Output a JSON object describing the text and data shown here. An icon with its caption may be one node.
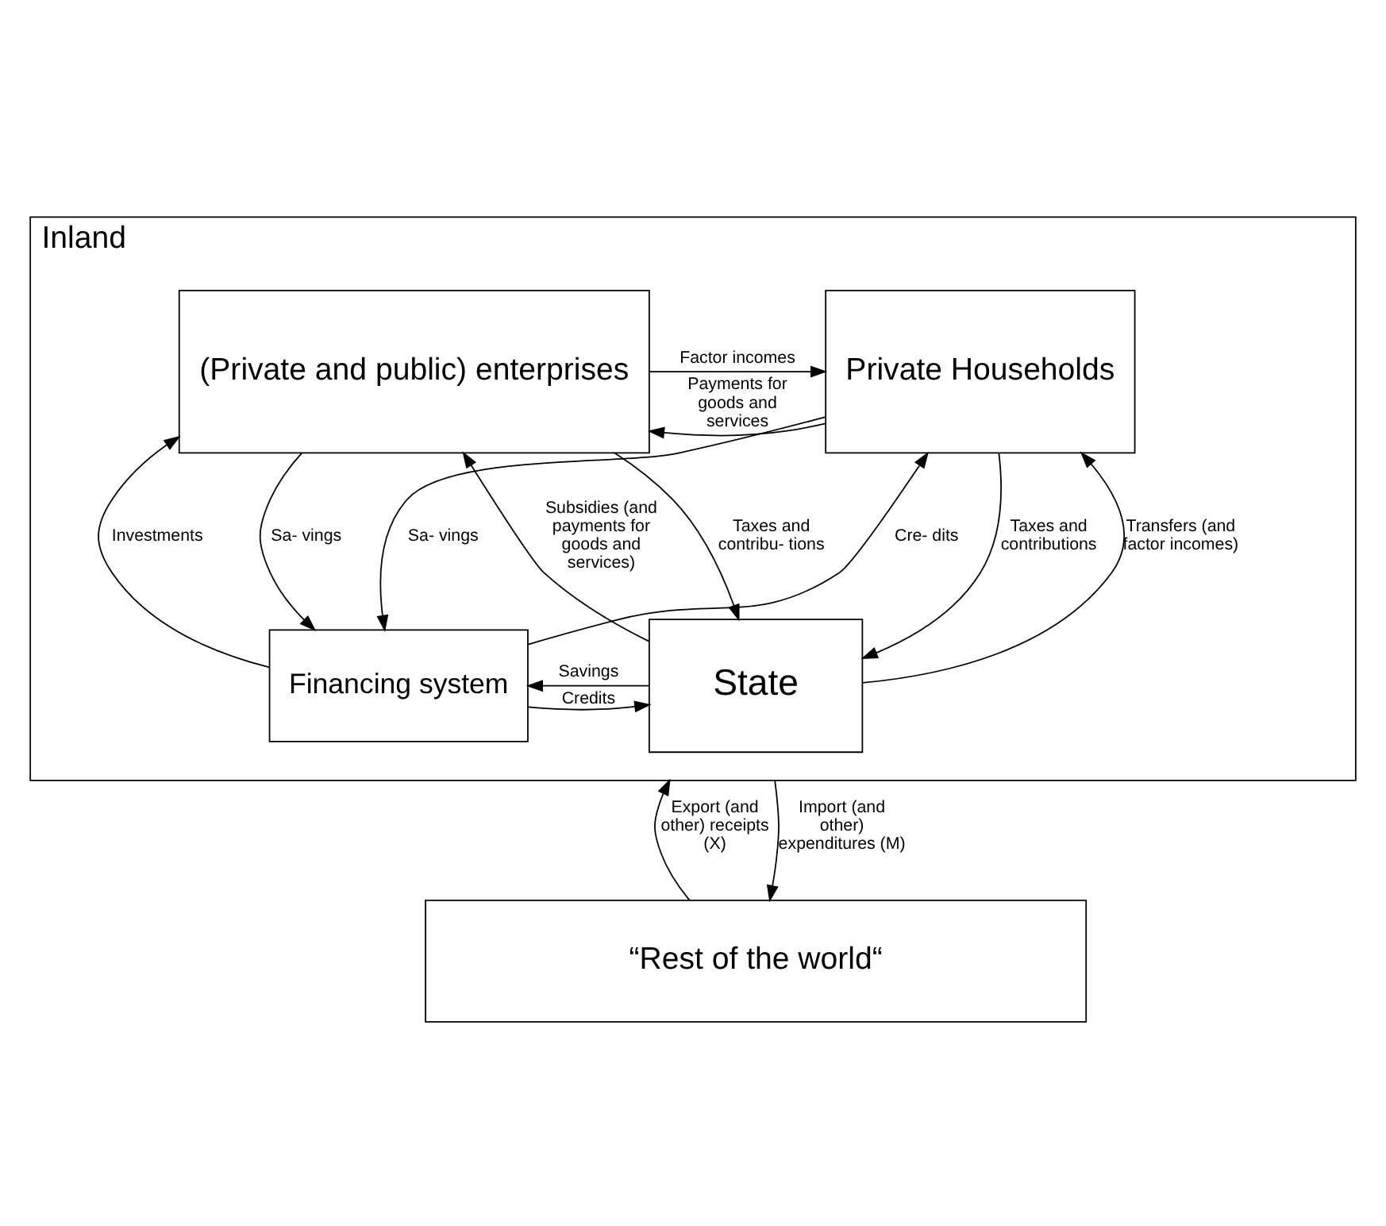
{
  "diagram": {
    "nodes": [
      {
        "text": [
          "Inland"
        ]
      },
      {
        "text": [
          "Private Households"
        ],
        "in": 0
      },
      {
        "text": [
          "(Private and public) enterprises"
        ],
        "in": 0
      },
      {
        "text": [
          "Financing system"
        ],
        "in": 0
      },
      {
        "text": [
          "State"
        ],
        "in": 0
      },
      {
        "text": [
          "“Rest of the world“"
        ]
      }
    ],
    "edges": [
      {
        "from": 2,
        "to": 1,
        "arrow": "to",
        "label": "Factor incomes"
      },
      {
        "from": 1,
        "to": 2,
        "arrow": "to",
        "label": "Payments for goods and services"
      },
      {
        "from": 1,
        "to": 3,
        "arrow": "to",
        "label": "Sa- vings"
      },
      {
        "from": 3,
        "to": 1,
        "arrow": "to",
        "label": "Cre- dits"
      },
      {
        "from": 1,
        "to": 4,
        "arrow": "to",
        "label": "Taxes and contributions"
      },
      {
        "from": 4,
        "to": 1,
        "arrow": "to",
        "label": "Transfers (and factor incomes)"
      },
      {
        "from": 2,
        "to": 4,
        "arrow": "to",
        "label": "Taxes and contribu- tions"
      },
      {
        "from": 4,
        "to": 2,
        "arrow": "to",
        "label": "Subsidies (and payments for goods and services)"
      },
      {
        "from": 3,
        "to": 4,
        "arrow": "to",
        "label": "Credits"
      },
      {
        "from": 4,
        "to": 3,
        "arrow": "to",
        "label": "Savings"
      },
      {
        "from": 3,
        "to": 2,
        "arrow": "to",
        "label": "Investments"
      },
      {
        "from": 2,
        "to": 3,
        "arrow": "to",
        "label": "Sa- vings"
      },
      {
        "from": 5,
        "to": 0,
        "arrow": "to",
        "label": "Export (and other) receipts (X)"
      },
      {
        "from": 0,
        "to": 5,
        "arrow": "to",
        "label": "Import (and other) expenditures (M)"
      }
    ]
  }
}
